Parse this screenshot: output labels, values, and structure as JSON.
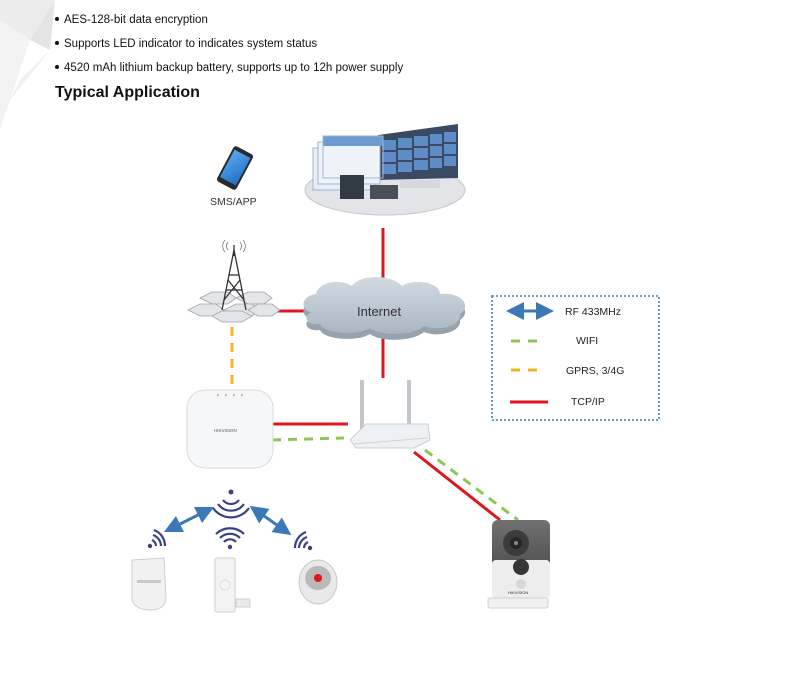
{
  "features": [
    "AES-128-bit data encryption",
    "Supports LED indicator to indicates system status",
    "4520 mAh lithium backup battery, supports up to 12h power supply"
  ],
  "section_title": "Typical Application",
  "diagram": {
    "nodes": {
      "phone": {
        "label": "SMS/APP",
        "icon": "smartphone-icon"
      },
      "control_center": {
        "label": "",
        "icon": "monitoring-center-icon"
      },
      "cell_tower": {
        "label": "",
        "icon": "cell-tower-icon"
      },
      "internet": {
        "label": "Internet",
        "icon": "cloud-icon"
      },
      "alarm_panel": {
        "label": "HIKVISION",
        "icon": "alarm-hub-icon"
      },
      "router": {
        "label": "",
        "icon": "wifi-router-icon"
      },
      "camera": {
        "label": "HIKVISION",
        "icon": "ip-camera-icon"
      },
      "pir_detector": {
        "label": "",
        "icon": "pir-detector-icon"
      },
      "door_contact": {
        "label": "",
        "icon": "door-contact-icon"
      },
      "keyfob": {
        "label": "",
        "icon": "keyfob-icon"
      }
    },
    "legend": [
      {
        "label": "RF 433MHz",
        "style": "double-arrow",
        "color": "#3a78b8"
      },
      {
        "label": "WIFI",
        "style": "dashed",
        "color": "#8cc653"
      },
      {
        "label": "GPRS, 3/4G",
        "style": "dashed",
        "color": "#f5b323"
      },
      {
        "label": "TCP/IP",
        "style": "solid",
        "color": "#e0141e"
      }
    ],
    "colors": {
      "tcpip": "#e0141e",
      "wifi": "#8cc653",
      "gprs": "#f5b323",
      "rf": "#3a78b8",
      "signal": "#3b3f86",
      "legend_border": "#5b8db8"
    }
  }
}
